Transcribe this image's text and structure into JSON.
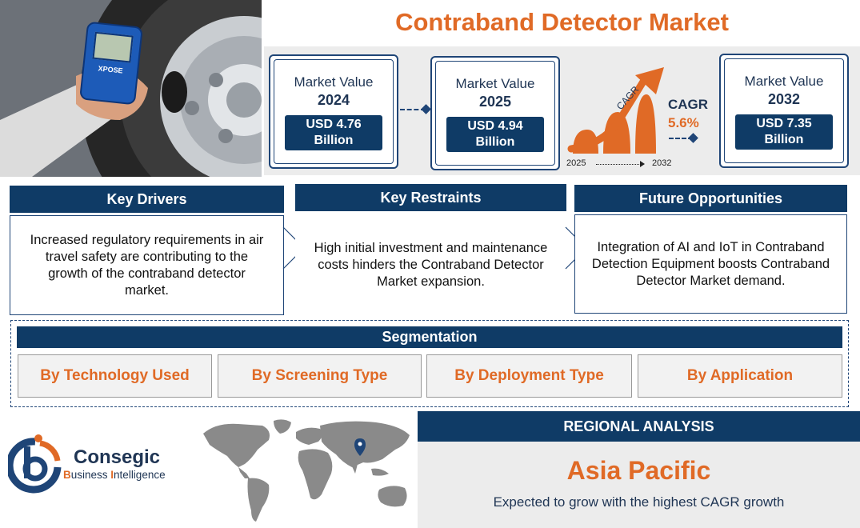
{
  "header": {
    "title": "Contraband Detector Market"
  },
  "device": {
    "brand": "XPOSE"
  },
  "market_values": [
    {
      "label": "Market Value",
      "year": "2024",
      "value_line1": "USD 4.76",
      "value_line2": "Billion"
    },
    {
      "label": "Market Value",
      "year": "2025",
      "value_line1": "USD 4.94",
      "value_line2": "Billion"
    },
    {
      "label": "Market Value",
      "year": "2032",
      "value_line1": "USD 7.35",
      "value_line2": "Billion"
    }
  ],
  "cagr": {
    "label": "CAGR",
    "value": "5.6%",
    "arrow_text": "CAGR",
    "start_year": "2025",
    "end_year": "2032",
    "bar_levels": [
      0.35,
      0.6,
      0.85
    ]
  },
  "panels": [
    {
      "title": "Key Drivers",
      "text": "Increased regulatory requirements in air travel safety are contributing to the growth of the contraband detector market."
    },
    {
      "title": "Key Restraints",
      "text": "High initial investment and maintenance costs hinders the Contraband Detector Market expansion."
    },
    {
      "title": "Future Opportunities",
      "text": "Integration of AI and IoT in Contraband Detection Equipment boosts Contraband Detector Market demand."
    }
  ],
  "segmentation": {
    "title": "Segmentation",
    "items": [
      "By Technology Used",
      "By Screening Type",
      "By Deployment Type",
      "By Application"
    ]
  },
  "regional": {
    "title": "REGIONAL ANALYSIS",
    "region": "Asia Pacific",
    "description": "Expected to grow with the highest CAGR growth"
  },
  "logo": {
    "name": "Consegic",
    "sub_b": "B",
    "sub_usiness": "usiness ",
    "sub_i": "I",
    "sub_ntelligence": "ntelligence"
  },
  "colors": {
    "navy": "#0f3b66",
    "orange": "#e06a26",
    "light_gray": "#ececec"
  }
}
